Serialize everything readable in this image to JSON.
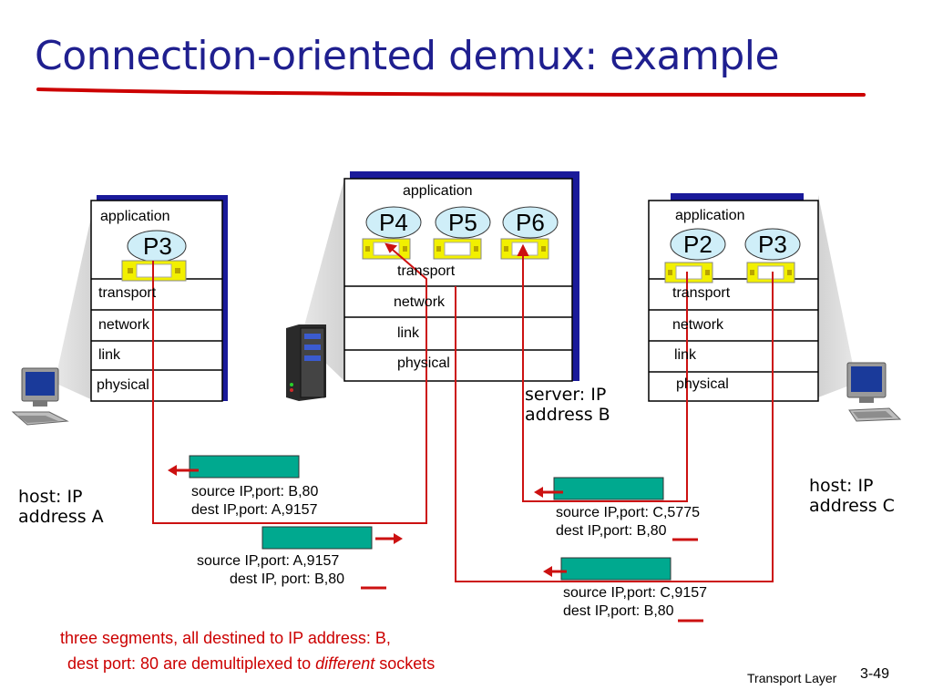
{
  "title": "Connection-oriented demux: example",
  "hosts": {
    "left": {
      "label_line1": "host: IP",
      "label_line2": "address A",
      "layers": [
        "application",
        "transport",
        "network",
        "link",
        "physical"
      ],
      "processes": [
        "P3"
      ]
    },
    "server": {
      "label_line1": "server: IP",
      "label_line2": "address B",
      "layers": [
        "application",
        "transport",
        "network",
        "link",
        "physical"
      ],
      "processes": [
        "P4",
        "P5",
        "P6"
      ]
    },
    "right": {
      "label_line1": "host: IP",
      "label_line2": "address C",
      "layers": [
        "application",
        "transport",
        "network",
        "link",
        "physical"
      ],
      "processes": [
        "P2",
        "P3"
      ]
    }
  },
  "segments": [
    {
      "line1": "source IP,port: B,80",
      "line2": "dest IP,port: A,9157"
    },
    {
      "line1": "source IP,port: A,9157",
      "line2": "dest IP, port: B,80"
    },
    {
      "line1": "source IP,port: C,5775",
      "line2": "dest IP,port: B,80"
    },
    {
      "line1": "source IP,port: C,9157",
      "line2": "dest IP,port: B,80"
    }
  ],
  "caption": {
    "line1": "three segments, all destined to IP address: B,",
    "line2_pre": "dest port: 80 are demultiplexed to ",
    "line2_italic": "different",
    "line2_post": " sockets"
  },
  "footer": {
    "text": "Transport Layer",
    "page": "3-49"
  },
  "colors": {
    "title": "#1f1f8f",
    "underline": "#cc0000",
    "stack_shadow": "#1a1a9a",
    "path": "#cc1111",
    "segment_fill": "#00a98f",
    "process_fill": "#cfeef8",
    "socket_fill": "#f2f000"
  },
  "icons": [
    "desktop-computer-icon",
    "server-tower-icon"
  ]
}
